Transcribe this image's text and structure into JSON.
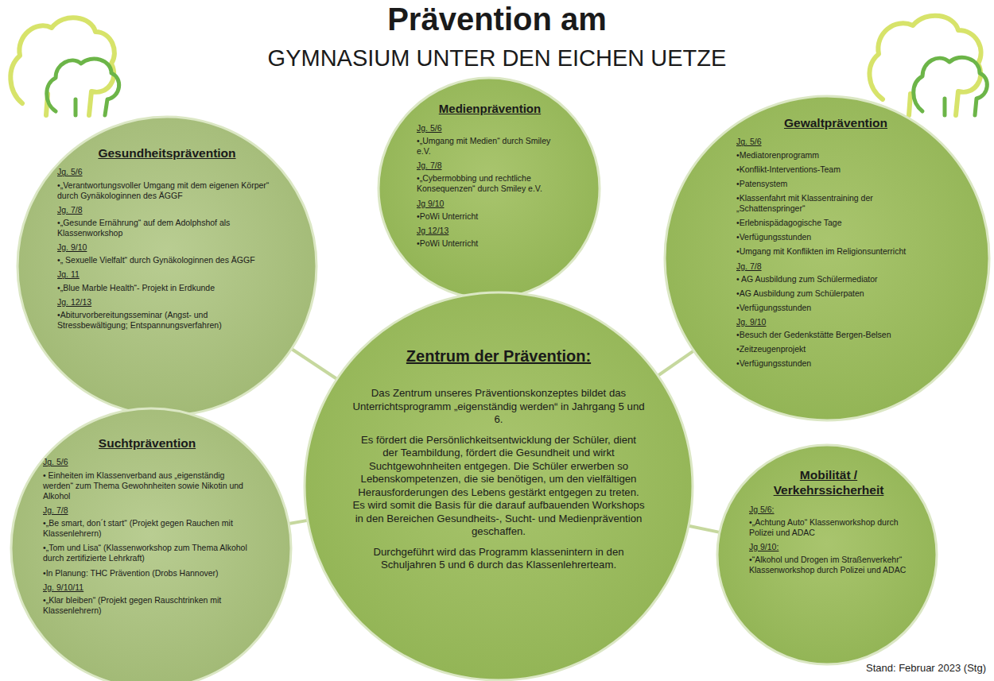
{
  "diagram": {
    "title": "Prävention am",
    "nodes": [
      {
        "text": [
          "Gesundheitsprävention",
          "Jg. 5/6",
          "•„Verantwortungsvoller Umgang mit dem eigenen Körper“ durch Gynäkologinnen des ÄGGF",
          "Jg. 7/8",
          "•„Gesunde Ernährung“ auf dem Adolphshof als Klassenworkshop",
          "Jg. 9/10",
          "•„ Sexuelle Vielfalt“ durch Gynäkologinnen des ÄGGF",
          "Jg. 11",
          "•„Blue Marble Health“- Projekt in Erdkunde",
          "Jg. 12/13",
          "•Abiturvorbereitungsseminar (Angst- und Stressbewältigung; Entspannungsverfahren)"
        ]
      },
      {
        "text": [
          "Medienprävention",
          "Jg. 5/6",
          "•„Umgang mit Medien“ durch Smiley e.V.",
          "Jg. 7/8",
          "•„Cybermobbing und rechtliche Konsequenzen“ durch Smiley e.V.",
          "Jg 9/10",
          "•PoWi Unterricht",
          "Jg 12/13",
          "•PoWi Unterricht"
        ]
      },
      {
        "text": [
          "Gewaltprävention",
          "Jg. 5/6",
          "•Mediatorenprogramm",
          "•Konflikt-Interventions-Team",
          "•Patensystem",
          "•Klassenfahrt mit Klassentraining der „Schattenspringer“",
          "•Erlebnispädagogische Tage",
          "•Verfügungsstunden",
          "•Umgang mit Konflikten im Religionsunterricht",
          "Jg. 7/8",
          "• AG Ausbildung zum Schülermediator",
          "•AG Ausbildung zum Schülerpaten",
          "•Verfügungsstunden",
          "Jg. 9/10",
          "•Besuch der Gedenkstätte Bergen-Belsen",
          "•Zeitzeugenprojekt",
          "•Verfügungsstunden"
        ]
      },
      {
        "text": [
          "Zentrum der Prävention:",
          "Das Zentrum unseres Präventionskonzeptes bildet das Unterrichtsprogramm „eigenständig werden“ in Jahrgang 5 und 6.",
          "Es fördert die Persönlichkeitsentwicklung der Schüler, dient der Teambildung, fördert die Gesundheit und wirkt Suchtgewohnheiten entgegen. Die Schüler erwerben so Lebenskompetenzen, die sie benötigen, um den vielfältigen Herausforderungen des Lebens gestärkt entgegen zu treten. Es wird somit die Basis für die darauf aufbauenden Workshops in den Bereichen Gesundheits-, Sucht- und Medienprävention geschaffen.",
          "Durchgeführt wird das Programm klassenintern in den Schuljahren 5 und 6 durch das Klassenlehrerteam."
        ]
      },
      {
        "text": [
          "Suchtprävention",
          "Jg. 5/6",
          "• Einheiten im Klassenverband aus „eigenständig werden“ zum Thema Gewohnheiten sowie Nikotin und Alkohol",
          "Jg. 7/8",
          "•„Be smart, don´t start“ (Projekt gegen Rauchen mit Klassenlehrern)",
          "•„Tom und Lisa“ (Klassenworkshop zum Thema Alkohol durch zertifizierte Lehrkraft)",
          "•In Planung: THC Prävention (Drobs Hannover)",
          "Jg. 9/10/11",
          "•„Klar bleiben“ (Projekt gegen Rauschtrinken mit Klassenlehrern)"
        ]
      },
      {
        "text": [
          "Mobilität / Verkehrssicherheit",
          "Jg 5/6:",
          "•„Achtung Auto“ Klassenworkshop durch Polizei und ADAC",
          "Jg 9/10:",
          "•“Alkohol und Drogen im Straßenverkehr“ Klassenworkshop durch Polizei und ADAC"
        ]
      }
    ],
    "edges": [
      {
        "from": 3,
        "to": 0,
        "arrow": "none"
      },
      {
        "from": 3,
        "to": 1,
        "arrow": "none"
      },
      {
        "from": 3,
        "to": 2,
        "arrow": "none"
      },
      {
        "from": 3,
        "to": 4,
        "arrow": "none"
      },
      {
        "from": 3,
        "to": 5,
        "arrow": "none"
      }
    ],
    "labels": [
      "GYMNASIUM UNTER DEN EICHEN UETZE",
      "Stand: Februar 2023 (Stg)"
    ]
  }
}
